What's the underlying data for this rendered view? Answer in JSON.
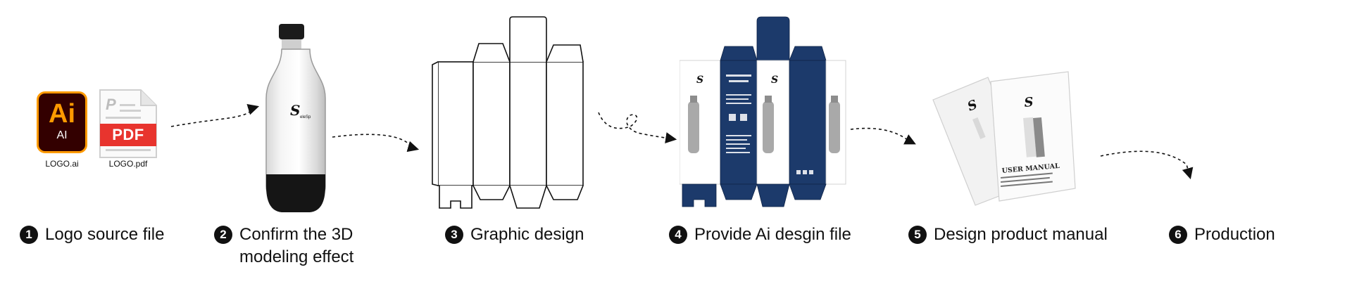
{
  "files": {
    "ai_icon": {
      "main": "Ai",
      "sub": "AI",
      "caption": "LOGO.ai"
    },
    "pdf_icon": {
      "tag": "PDF",
      "caption": "LOGO.pdf"
    }
  },
  "steps": [
    {
      "number": "1",
      "lines": [
        "Logo source file"
      ]
    },
    {
      "number": "2",
      "lines": [
        "Confirm the 3D",
        "modeling effect"
      ]
    },
    {
      "number": "3",
      "lines": [
        "Graphic design"
      ]
    },
    {
      "number": "4",
      "lines": [
        "Provide Ai desgin file"
      ]
    },
    {
      "number": "5",
      "lines": [
        "Design product manual"
      ]
    },
    {
      "number": "6",
      "lines": [
        "Production"
      ]
    }
  ],
  "manual": {
    "title": "USER MANUAL"
  },
  "colors": {
    "box_navy": "#1c3a6b",
    "ai_bg": "#330000",
    "ai_accent": "#ff9a00",
    "pdf_red": "#e8342e",
    "text": "#111111"
  },
  "icons": [
    "illustrator-file-icon",
    "pdf-file-icon",
    "bottle-icon",
    "dieline-icon",
    "package-icon",
    "manual-icon",
    "dashed-arrow-icon"
  ]
}
